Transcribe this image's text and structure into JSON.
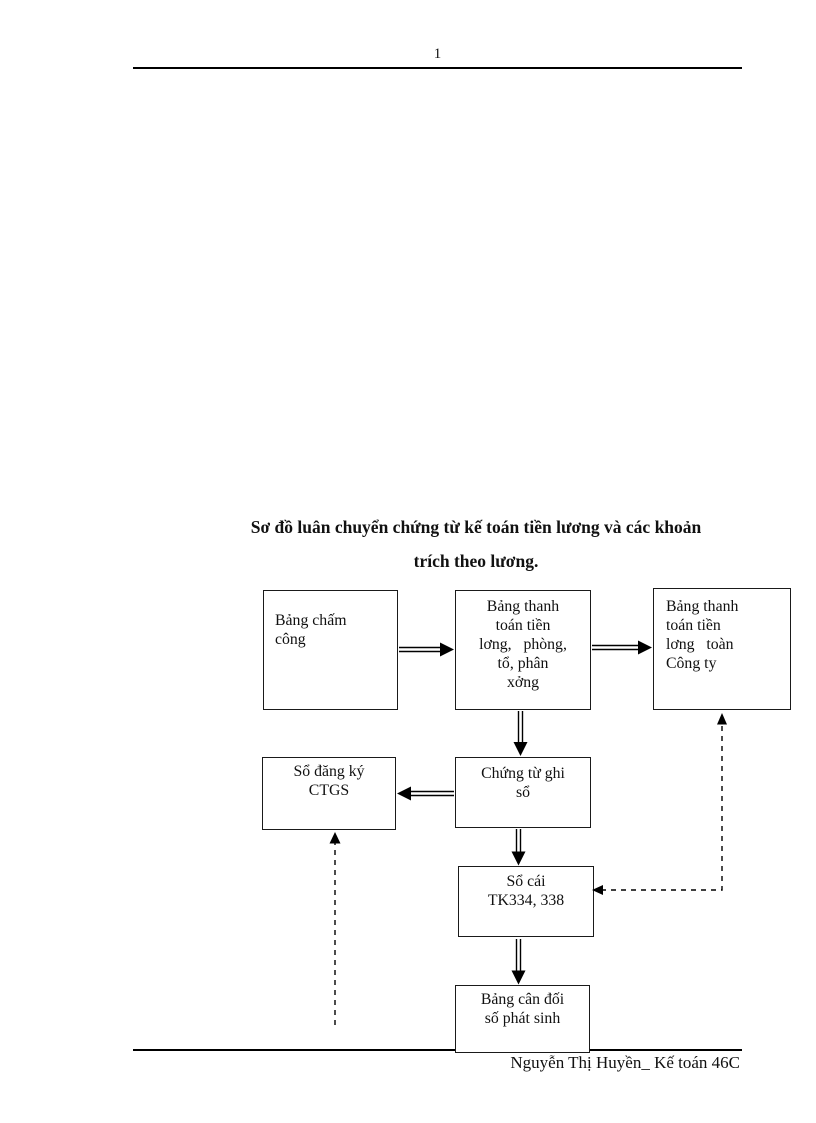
{
  "page": {
    "number": "1",
    "footer": "Nguyễn Thị Huyền_ Kế toán 46C"
  },
  "title": {
    "text": "Sơ đồ luân chuyển chứng từ kế toán tiền lương và các khoản\ntrích theo lương."
  },
  "diagram": {
    "boxes": {
      "bang_cham_cong": "Bảng chấm\ncông",
      "bang_thanh_toan_bo_phan": "Bảng thanh\ntoán tiền\nlơng,   phòng,\ntổ, phân\nxởng",
      "bang_thanh_toan_cong_ty": "Bảng thanh\ntoán tiền\nlơng   toàn\nCông ty",
      "so_dang_ky_ctgs": "Sổ đăng ký\nCTGS",
      "chung_tu_ghi_so": "Chứng từ ghi\nsổ",
      "so_cai": "Sổ cái\nTK334, 338",
      "bang_can_doi": "Bảng cân đối\nsố phát sinh"
    },
    "colors": {
      "line": "#000000",
      "box_border": "#1a1a1a"
    }
  }
}
